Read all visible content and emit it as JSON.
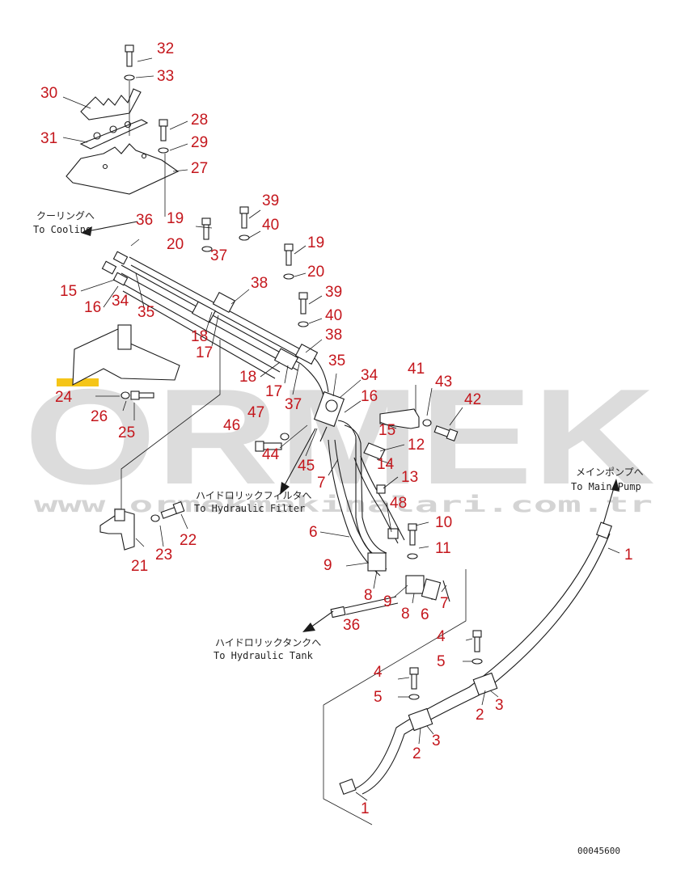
{
  "watermark": {
    "brand": "ORMEK",
    "url": "www.ormekmakinalari.com.tr",
    "accent_color": "#f5c518",
    "grey_color": "#d9d9d9"
  },
  "annotations": {
    "cooling_jp": "クーリングへ",
    "cooling_en": "To Cooling",
    "filter_jp": "ハイドロリックフィルタへ",
    "filter_en": "To Hydraulic Filter",
    "tank_jp": "ハイドロリックタンクへ",
    "tank_en": "To Hydraulic Tank",
    "pump_jp": "メインポンプへ",
    "pump_en": "To Main Pump"
  },
  "drawing_code": "00045600",
  "callout_color": "#c4161c",
  "callouts": [
    {
      "id": "c-32",
      "label": "32"
    },
    {
      "id": "c-33",
      "label": "33"
    },
    {
      "id": "c-30",
      "label": "30"
    },
    {
      "id": "c-31",
      "label": "31"
    },
    {
      "id": "c-28",
      "label": "28"
    },
    {
      "id": "c-29",
      "label": "29"
    },
    {
      "id": "c-27",
      "label": "27"
    },
    {
      "id": "c-19a",
      "label": "19"
    },
    {
      "id": "c-39a",
      "label": "39"
    },
    {
      "id": "c-40a",
      "label": "40"
    },
    {
      "id": "c-36a",
      "label": "36"
    },
    {
      "id": "c-20a",
      "label": "20"
    },
    {
      "id": "c-37a",
      "label": "37"
    },
    {
      "id": "c-19b",
      "label": "19"
    },
    {
      "id": "c-20b",
      "label": "20"
    },
    {
      "id": "c-15a",
      "label": "15"
    },
    {
      "id": "c-16a",
      "label": "16"
    },
    {
      "id": "c-34a",
      "label": "34"
    },
    {
      "id": "c-35a",
      "label": "35"
    },
    {
      "id": "c-38a",
      "label": "38"
    },
    {
      "id": "c-39b",
      "label": "39"
    },
    {
      "id": "c-40b",
      "label": "40"
    },
    {
      "id": "c-18a",
      "label": "18"
    },
    {
      "id": "c-17a",
      "label": "17"
    },
    {
      "id": "c-38b",
      "label": "38"
    },
    {
      "id": "c-35b",
      "label": "35"
    },
    {
      "id": "c-18b",
      "label": "18"
    },
    {
      "id": "c-34b",
      "label": "34"
    },
    {
      "id": "c-41",
      "label": "41"
    },
    {
      "id": "c-43",
      "label": "43"
    },
    {
      "id": "c-17b",
      "label": "17"
    },
    {
      "id": "c-37b",
      "label": "37"
    },
    {
      "id": "c-16b",
      "label": "16"
    },
    {
      "id": "c-42",
      "label": "42"
    },
    {
      "id": "c-24",
      "label": "24"
    },
    {
      "id": "c-26",
      "label": "26"
    },
    {
      "id": "c-25",
      "label": "25"
    },
    {
      "id": "c-47",
      "label": "47"
    },
    {
      "id": "c-15b",
      "label": "15"
    },
    {
      "id": "c-46",
      "label": "46"
    },
    {
      "id": "c-12",
      "label": "12"
    },
    {
      "id": "c-44",
      "label": "44"
    },
    {
      "id": "c-45",
      "label": "45"
    },
    {
      "id": "c-14",
      "label": "14"
    },
    {
      "id": "c-7a",
      "label": "7"
    },
    {
      "id": "c-13",
      "label": "13"
    },
    {
      "id": "c-48",
      "label": "48"
    },
    {
      "id": "c-10",
      "label": "10"
    },
    {
      "id": "c-6a",
      "label": "6"
    },
    {
      "id": "c-22",
      "label": "22"
    },
    {
      "id": "c-11",
      "label": "11"
    },
    {
      "id": "c-23",
      "label": "23"
    },
    {
      "id": "c-1a",
      "label": "1"
    },
    {
      "id": "c-21",
      "label": "21"
    },
    {
      "id": "c-9a",
      "label": "9"
    },
    {
      "id": "c-8a",
      "label": "8"
    },
    {
      "id": "c-9b",
      "label": "9"
    },
    {
      "id": "c-7b",
      "label": "7"
    },
    {
      "id": "c-8b",
      "label": "8"
    },
    {
      "id": "c-6b",
      "label": "6"
    },
    {
      "id": "c-36b",
      "label": "36"
    },
    {
      "id": "c-4a",
      "label": "4"
    },
    {
      "id": "c-5a",
      "label": "5"
    },
    {
      "id": "c-4b",
      "label": "4"
    },
    {
      "id": "c-3a",
      "label": "3"
    },
    {
      "id": "c-2a",
      "label": "2"
    },
    {
      "id": "c-5b",
      "label": "5"
    },
    {
      "id": "c-3b",
      "label": "3"
    },
    {
      "id": "c-2b",
      "label": "2"
    },
    {
      "id": "c-1b",
      "label": "1"
    }
  ]
}
